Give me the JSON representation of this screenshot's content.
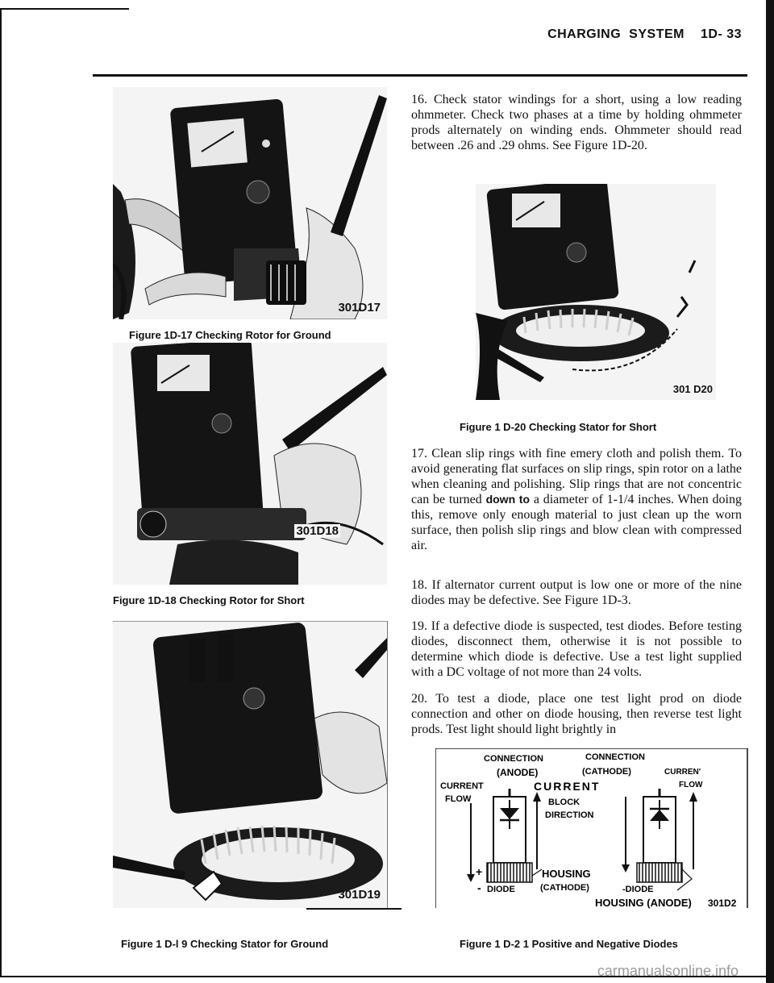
{
  "header": {
    "section": "CHARGING",
    "section2": "SYSTEM",
    "page": "1D- 33"
  },
  "figures": {
    "f17": {
      "id": "301D17",
      "caption": "Figure 1D-17 Checking Rotor for Ground"
    },
    "f18": {
      "id": "301D18",
      "caption": "Figure 1D-18 Checking Rotor for Short"
    },
    "f19": {
      "id": "301D19",
      "caption": "Figure 1 D-l 9 Checking Stator for Ground"
    },
    "f20": {
      "id": "301 D20",
      "caption": "Figure 1 D-20 Checking Stator for Short"
    },
    "f21": {
      "id": "301D2",
      "caption": "Figure 1 D-2 1 Positive and Negative Diodes",
      "labels": {
        "conn_anode_1": "CONNECTION",
        "conn_anode_2": "(ANODE)",
        "conn_cathode_1": "CONNECTION",
        "conn_cathode_2": "(CATHODE)",
        "current_left_1": "CURRENT",
        "current_left_2": "FLOW",
        "current_right_1": "CURREN'",
        "current_right_2": "FLOW",
        "block_1": "CURRENT",
        "block_2": "BLOCK",
        "block_3": "DIRECTION",
        "plus": "+",
        "minus": "-",
        "diode_left": "DIODE",
        "housing_cathode_1": "HOUSING",
        "housing_cathode_2": "(CATHODE)",
        "diode_right": "-DIODE",
        "housing_anode": "HOUSING (ANODE)"
      }
    }
  },
  "paragraphs": {
    "p16": "16. Check stator windings for a short, using a low reading ohmmeter. Check two phases at a time by holding ohmmeter prods alternately on winding ends. Ohmmeter should read between .26 and .29 ohms. See Figure 1D-20.",
    "p17a": "17. Clean slip rings with fine emery cloth and polish them. To avoid generating flat surfaces on slip rings, spin rotor on a lathe when cleaning and polishing. Slip rings that are not concentric can be turned ",
    "p17b": "down to",
    "p17c": " a diameter of 1-1/4 inches. When doing this, remove only enough material to just clean up the worn surface, then polish slip rings and blow clean with compressed air.",
    "p18": "18. If alternator current output is low one or more of the nine diodes may be defective. See Figure 1D-3.",
    "p19": "19. If a defective diode is suspected, test diodes. Before testing diodes, disconnect them, otherwise it is not possible to determine which diode is defective. Use a test light supplied with a DC voltage of not more than 24 volts.",
    "p20": "20. To test a diode, place one test light prod on diode connection and other on diode housing, then reverse test light prods. Test light should light brightly in"
  },
  "watermark": "carmanualsonline.info"
}
